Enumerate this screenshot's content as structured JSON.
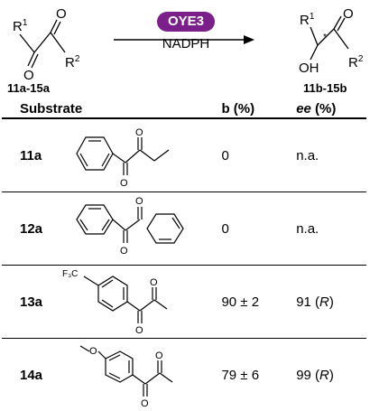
{
  "scheme": {
    "reactant_label": "11a-15a",
    "product_label": "11b-15b",
    "enzyme": "OYE3",
    "cofactor": "NADPH",
    "r1": "R",
    "r1_sup": "1",
    "r2": "R",
    "r2_sup": "2",
    "o": "O",
    "oh": "OH",
    "star": "*"
  },
  "table": {
    "headers": [
      "Substrate",
      "b (%)",
      "ee (%)"
    ],
    "rows": [
      {
        "id": "11a",
        "b": "0",
        "ee": "n.a.",
        "ee_config": ""
      },
      {
        "id": "12a",
        "b": "0",
        "ee": "n.a.",
        "ee_config": ""
      },
      {
        "id": "13a",
        "b": "90 ± 2",
        "ee": "91",
        "ee_config": "R"
      },
      {
        "id": "14a",
        "b": "79 ± 6",
        "ee": "99",
        "ee_config": "R"
      }
    ]
  },
  "labels": {
    "o": "O",
    "cf3": "F₃C"
  }
}
